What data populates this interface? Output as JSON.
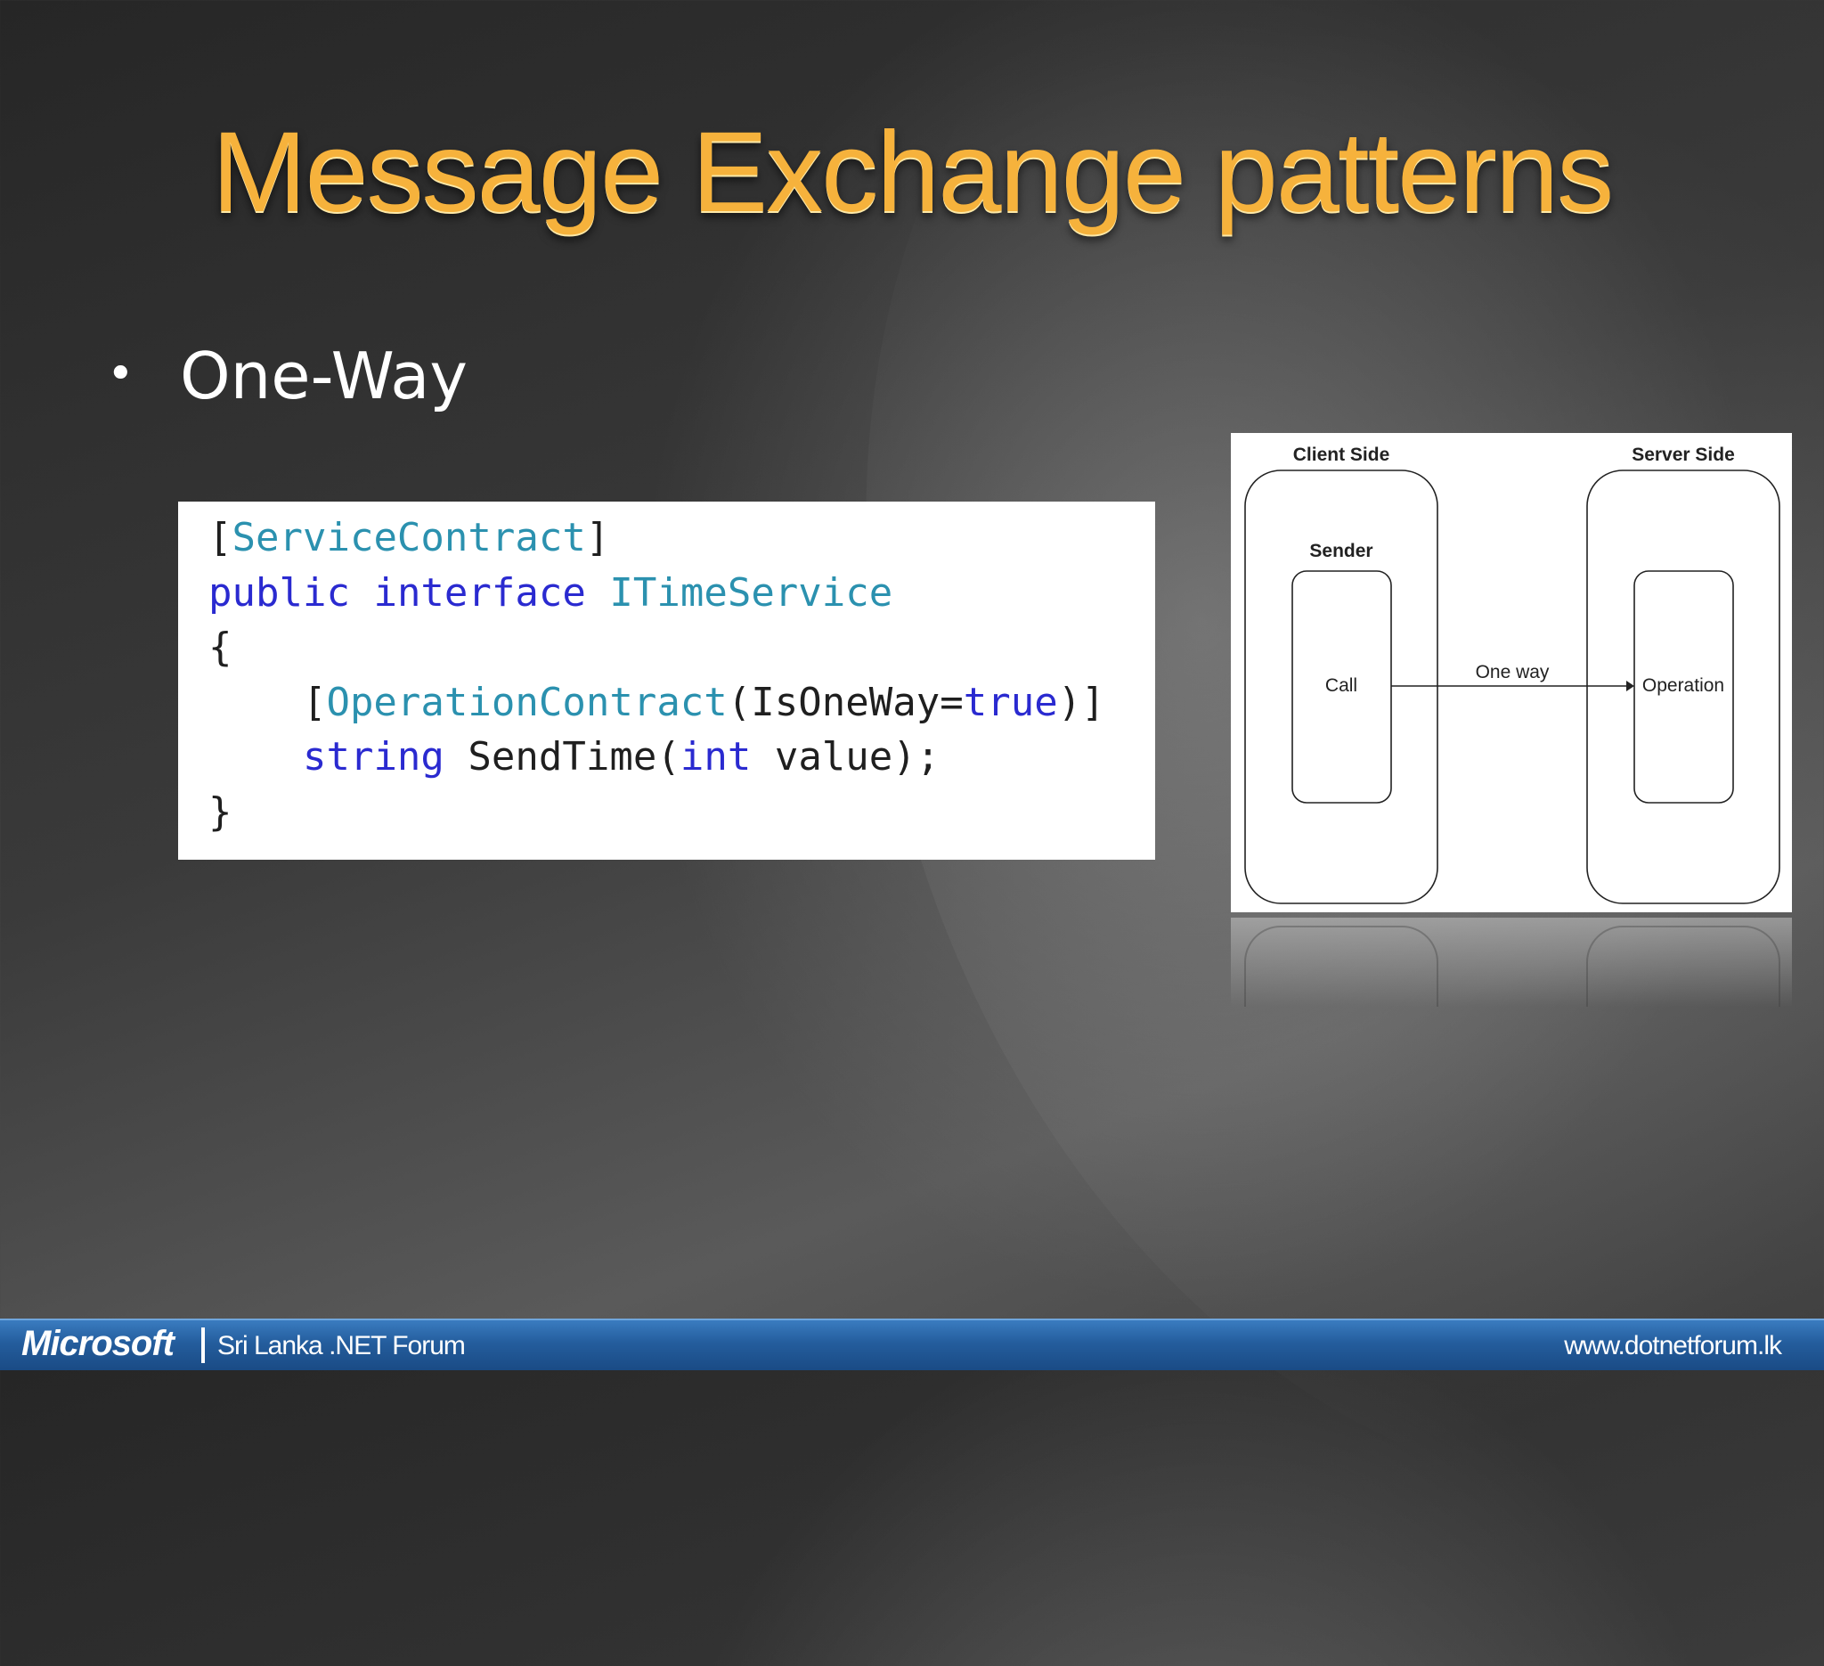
{
  "slide": {
    "title": "Message Exchange patterns",
    "bullet": "One-Way"
  },
  "code": {
    "lines": [
      "[ServiceContract]",
      "public interface ITimeService",
      "{",
      "    [OperationContract(IsOneWay=true)]",
      "    string SendTime(int value);",
      "}"
    ]
  },
  "diagram": {
    "client_side": "Client Side",
    "server_side": "Server Side",
    "sender": "Sender",
    "call": "Call",
    "arrow_label": "One way",
    "operation": "Operation"
  },
  "footer": {
    "brand": "Microsoft",
    "forum": "Sri Lanka .NET Forum",
    "url": "www.dotnetforum.lk"
  },
  "colors": {
    "title": "#f6b23c",
    "keyword": "#2a2ad0",
    "type": "#2b91af",
    "footer": "#245d9d"
  }
}
